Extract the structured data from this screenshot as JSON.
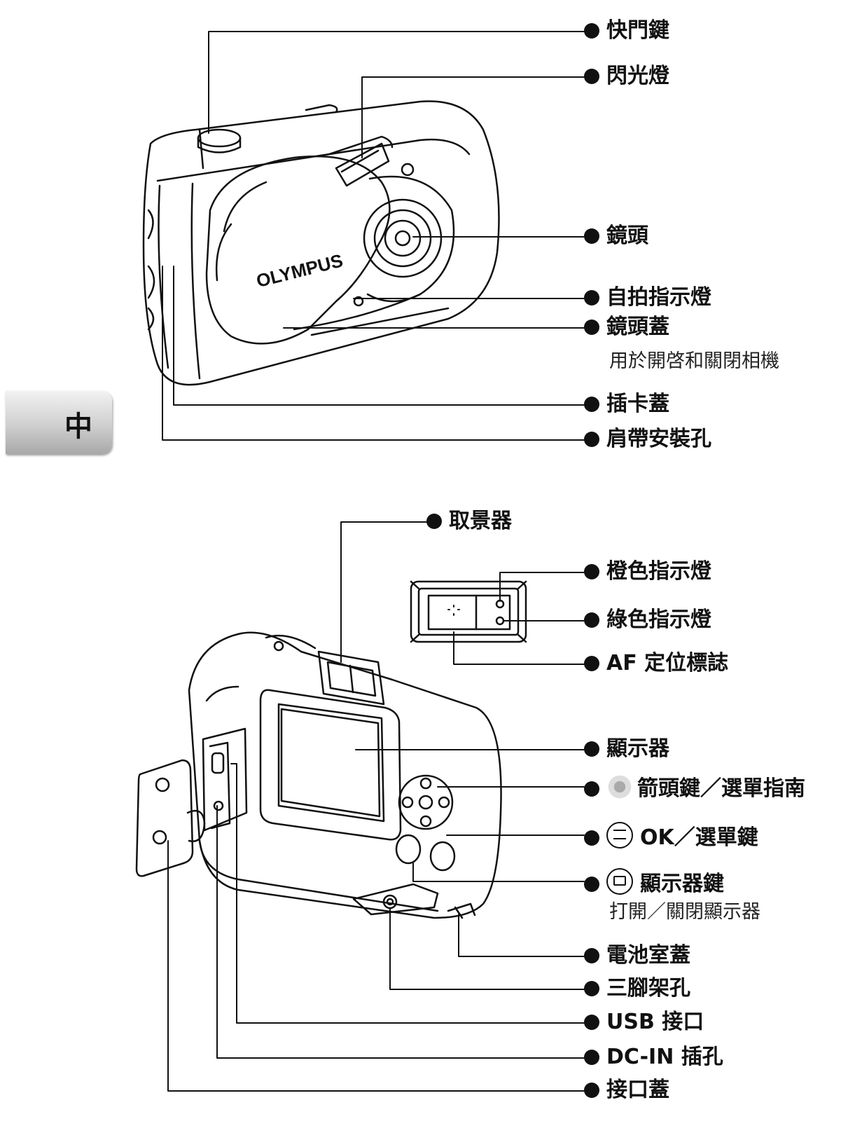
{
  "brand": "OLYMPUS",
  "tab_label": "中",
  "front_labels": {
    "shutter": "快門鍵",
    "flash": "閃光燈",
    "lens": "鏡頭",
    "self_timer": "自拍指示燈",
    "lens_cover": "鏡頭蓋",
    "lens_cover_note": "用於開啓和關閉相機",
    "card_cover": "插卡蓋",
    "strap_eyelet": "肩帶安裝孔"
  },
  "back_labels": {
    "viewfinder": "取景器",
    "orange_lamp": "橙色指示燈",
    "green_lamp": "綠色指示燈",
    "af_mark": "AF 定位標誌",
    "monitor": "顯示器",
    "arrow_pad": "箭頭鍵／選單指南",
    "ok_menu": "OK／選單鍵",
    "monitor_button": "顯示器鍵",
    "monitor_button_note": "打開／關閉顯示器",
    "battery_cover": "電池室蓋",
    "tripod": "三腳架孔",
    "usb": "USB 接口",
    "dc_in": "DC-IN 插孔",
    "connector_cover": "接口蓋"
  }
}
